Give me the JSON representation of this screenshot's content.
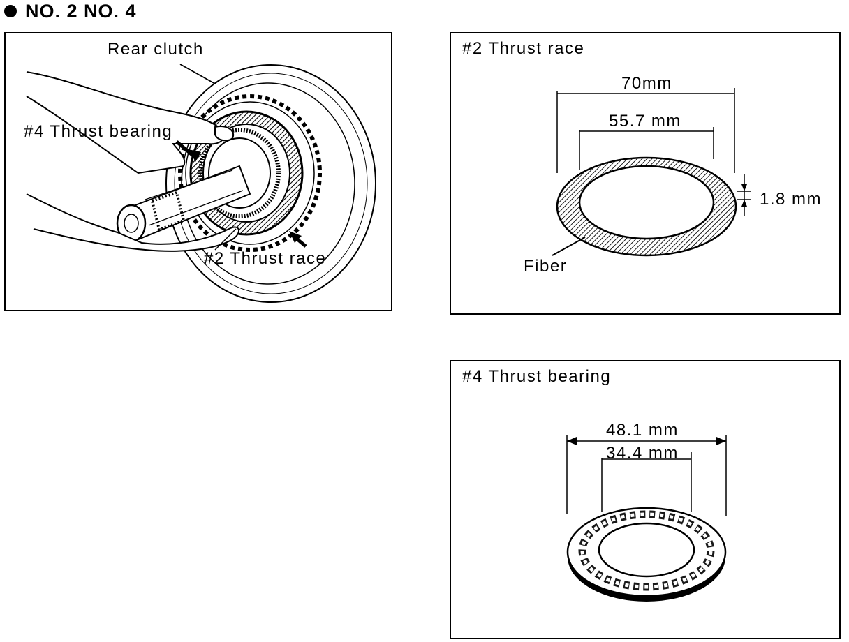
{
  "heading": {
    "text": "NO. 2 NO. 4"
  },
  "panel_left": {
    "rear_clutch_label": "Rear clutch",
    "bearing_label": "#4 Thrust bearing",
    "race_label": "#2 Thrust race"
  },
  "panel_race": {
    "title": "#2 Thrust race",
    "outer_dim": "70mm",
    "inner_dim": "55.7 mm",
    "thickness_dim": "1.8 mm",
    "material_label": "Fiber"
  },
  "panel_bearing": {
    "title": "#4 Thrust bearing",
    "outer_dim": "48.1 mm",
    "inner_dim": "34.4 mm"
  }
}
